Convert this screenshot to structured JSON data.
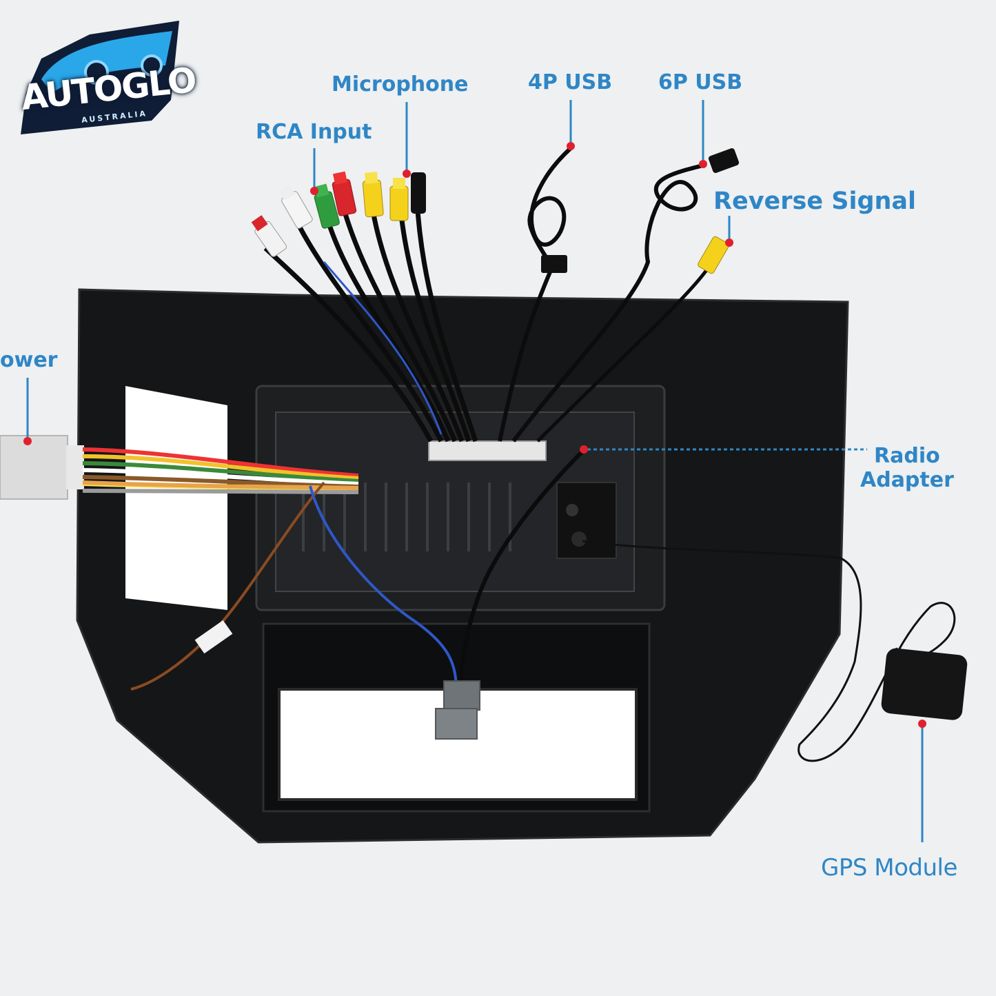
{
  "logo": {
    "brand": "AUTOGLO",
    "sub": "AUSTRALIA"
  },
  "labels": {
    "microphone": "Microphone",
    "rca_input": "RCA Input",
    "usb_4p": "4P USB",
    "usb_6p": "6P USB",
    "reverse_signal": "Reverse Signal",
    "power": "ower",
    "radio_adapter_line1": "Radio",
    "radio_adapter_line2": "Adapter",
    "gps_module": "GPS Module"
  },
  "colors": {
    "label": "#2f86c6",
    "marker": "#e0202e",
    "leader": "#2f86c6",
    "panel": "#141516",
    "background": "#eef0f1"
  }
}
